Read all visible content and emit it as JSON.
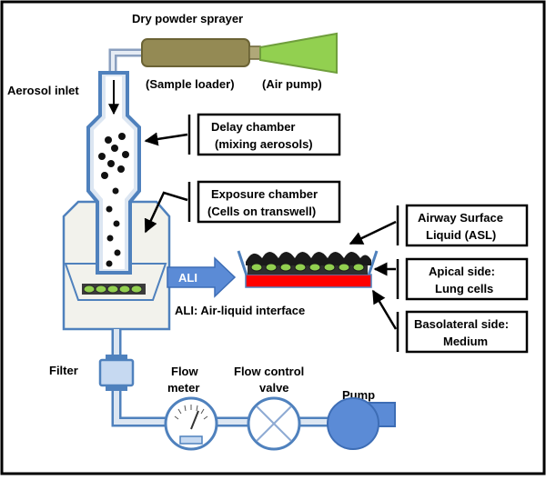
{
  "labels": {
    "sprayer_title": "Dry powder sprayer",
    "sample_loader": "(Sample loader)",
    "air_pump": "(Air pump)",
    "aerosol_inlet": "Aerosol inlet",
    "delay_line1": "Delay chamber",
    "delay_line2": "(mixing aerosols)",
    "exposure_line1": "Exposure chamber",
    "exposure_line2": "(Cells on transwell)",
    "ali_arrow": "ALI",
    "ali_caption": "ALI: Air-liquid interface",
    "asl_line1": "Airway Surface",
    "asl_line2": "Liquid (ASL)",
    "apical_line1": "Apical side:",
    "apical_line2": "Lung cells",
    "baso_line1": "Basolateral side:",
    "baso_line2": "Medium",
    "filter": "Filter",
    "flow_meter_line1": "Flow",
    "flow_meter_line2": "meter",
    "flow_valve_line1": "Flow control",
    "flow_valve_line2": "valve",
    "pump": "Pump"
  },
  "colors": {
    "tube": "#4f81bd",
    "tube_fill": "#dce6f2",
    "loader": "#948a54",
    "air_pump": "#92d050",
    "chamber_fill": "#f2f2ec",
    "medium": "#ff0000",
    "cells": "#92d050",
    "arrow": "#5b8bd6",
    "pump_body": "#5b8bd6"
  }
}
